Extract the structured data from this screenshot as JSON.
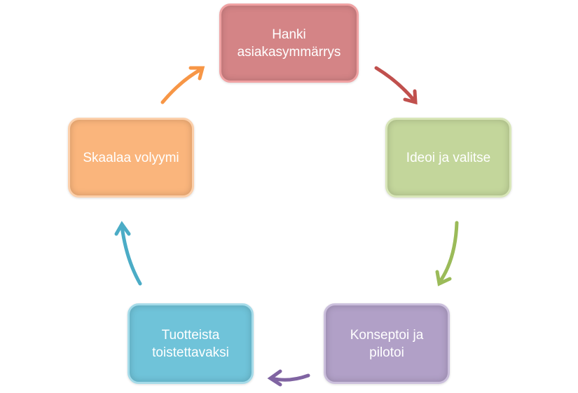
{
  "steps": [
    {
      "label": "Hanki asiakasymmärrys",
      "color": "#d48486",
      "border": "#f0a2a3",
      "arrow": "#c0504d"
    },
    {
      "label": "Ideoi ja valitse",
      "color": "#c3d69b",
      "border": "#d8e6b8",
      "arrow": "#9bbb59"
    },
    {
      "label": "Konseptoi ja pilotoi",
      "color": "#b1a0c7",
      "border": "#cbbfdc",
      "arrow": "#8064a2"
    },
    {
      "label": "Tuotteista toistettavaksi",
      "color": "#6fc3d9",
      "border": "#a5dbe9",
      "arrow": "#4bacc6"
    },
    {
      "label": "Skaalaa volyymi",
      "color": "#fab57c",
      "border": "#fcd0ab",
      "arrow": "#f79646"
    }
  ]
}
